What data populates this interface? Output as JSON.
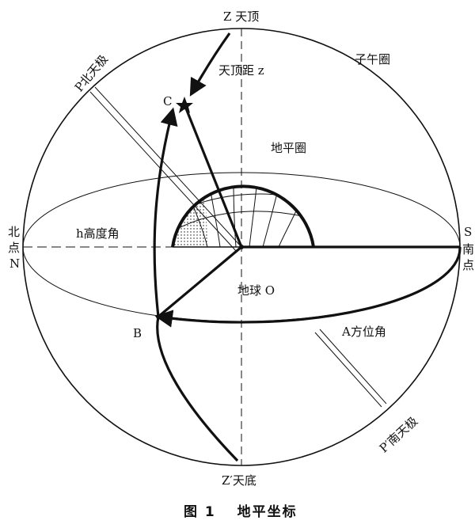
{
  "labels": {
    "zenith": "Z 天顶",
    "nadir": "Z′天底",
    "meridian": "子午圈",
    "north_pole": "P北天极",
    "south_pole": "P′南天极",
    "zenith_distance": "天顶距 z",
    "star": "C",
    "horizon_circle": "地平圈",
    "altitude": "h高度角",
    "north_char1": "北",
    "north_char2": "点",
    "north_letter": "N",
    "south_letter": "S",
    "south_char1": "南",
    "south_char2": "点",
    "earth": "地球 O",
    "point_b": "B",
    "azimuth": "A方位角"
  },
  "caption": "图 1　 地平坐标"
}
